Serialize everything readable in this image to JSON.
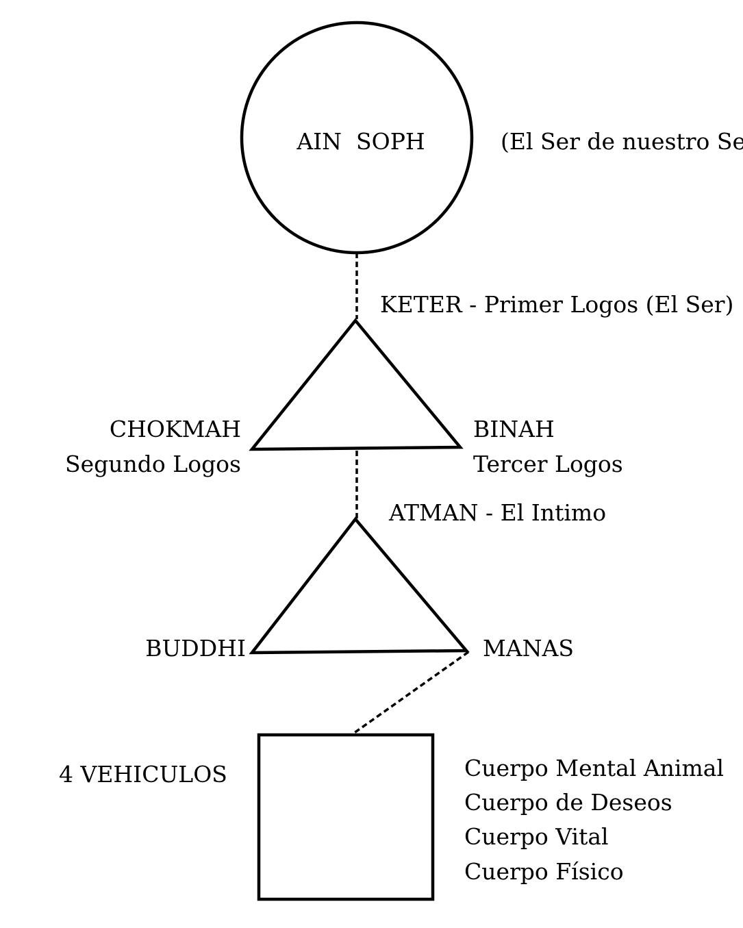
{
  "diagram": {
    "ain_soph": {
      "label": "AIN  SOPH",
      "note": "(El Ser de nuestro Ser)"
    },
    "keter": {
      "label": "KETER - Primer Logos (El Ser)"
    },
    "chokmah": {
      "name": "CHOKMAH",
      "subtitle": "Segundo Logos"
    },
    "binah": {
      "name": "BINAH",
      "subtitle": "Tercer Logos"
    },
    "atman": {
      "label": "ATMAN - El Intimo"
    },
    "buddhi": {
      "label": "BUDDHI"
    },
    "manas": {
      "label": "MANAS"
    },
    "vehiculos": {
      "label": "4 VEHICULOS",
      "bodies": [
        "Cuerpo Mental Animal",
        "Cuerpo de Deseos",
        "Cuerpo Vital",
        "Cuerpo Físico"
      ]
    }
  }
}
